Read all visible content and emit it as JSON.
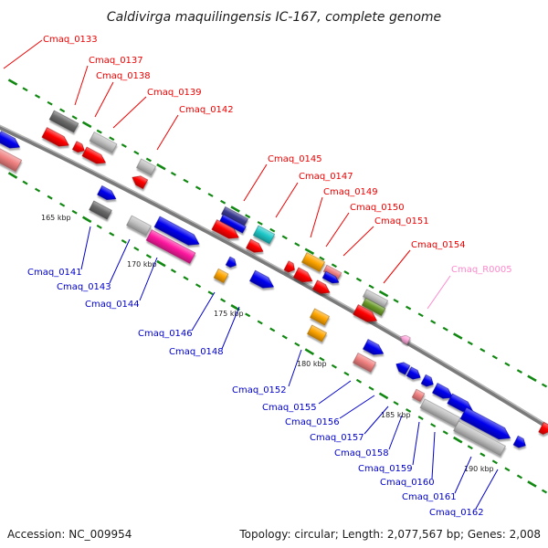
{
  "title": "Caldivirga maquilingensis IC-167, complete genome",
  "accession": "Accession: NC_009954",
  "summary": "Topology: circular; Length: 2,077,567 bp; Genes: 2,008",
  "colors": {
    "backbone": "#7a7a7a",
    "tick_green": "#118811",
    "red": "#ff0000",
    "blue": "#0000ee",
    "grey": "#c0c0c0",
    "darkgrey": "#6a6a6a",
    "pink": "#f08080",
    "magenta": "#ff1aa0",
    "orange": "#ffa500",
    "cyan": "#20c8c8",
    "navy": "#3a3a90",
    "olive": "#6a9a2a",
    "lightpink": "#ffaadd",
    "label_red": "#ee0000",
    "label_blue": "#0000cc",
    "label_pink": "#ff88cc"
  },
  "kbp_labels": [
    "165 kbp",
    "170 kbp",
    "175 kbp",
    "180 kbp",
    "185 kbp",
    "190 kbp"
  ],
  "genes_top": [
    "Cmaq_0133",
    "Cmaq_0137",
    "Cmaq_0138",
    "Cmaq_0139",
    "Cmaq_0142",
    "Cmaq_0145",
    "Cmaq_0147",
    "Cmaq_0149",
    "Cmaq_0150",
    "Cmaq_0151",
    "Cmaq_0154"
  ],
  "rna_top": [
    "Cmaq_R0005"
  ],
  "genes_bottom": [
    "Cmaq_0141",
    "Cmaq_0143",
    "Cmaq_0144",
    "Cmaq_0146",
    "Cmaq_0148",
    "Cmaq_0152",
    "Cmaq_0155",
    "Cmaq_0156",
    "Cmaq_0157",
    "Cmaq_0158",
    "Cmaq_0159",
    "Cmaq_0160",
    "Cmaq_0161",
    "Cmaq_0162"
  ]
}
